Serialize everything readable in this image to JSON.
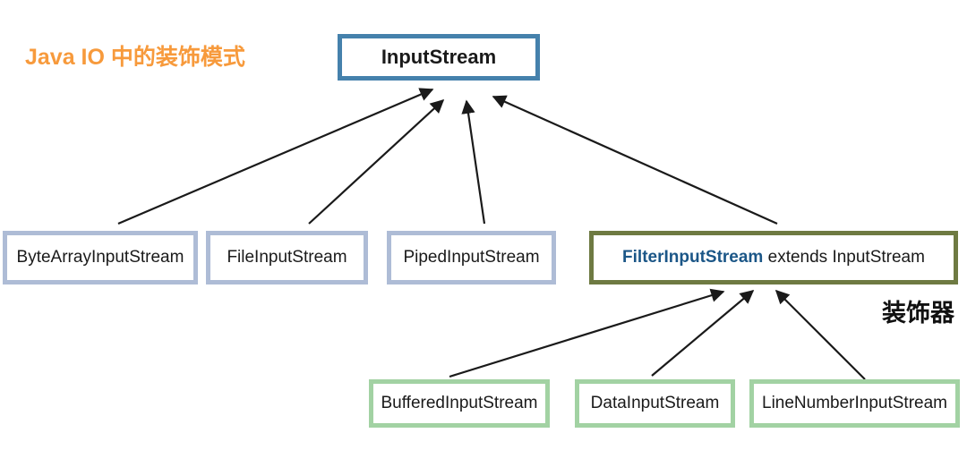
{
  "title": {
    "label": "Java IO 中的装饰模式"
  },
  "colors": {
    "title_orange": "#F79A3C",
    "root_border": "#4581AC",
    "subclass_border": "#AEBCD6",
    "filter_border": "#6E7A42",
    "filter_name_blue": "#1B5687",
    "decorator_border": "#A2D2A3",
    "arrow": "#1A1A1A",
    "background": "#FFFFFF"
  },
  "nodes": {
    "root": {
      "label": "InputStream"
    },
    "subclasses": [
      {
        "label": "ByteArrayInputStream"
      },
      {
        "label": "FileInputStream"
      },
      {
        "label": "PipedInputStream"
      }
    ],
    "filter": {
      "name": "FilterInputStream",
      "rest": " extends InputStream"
    },
    "decorators": [
      {
        "label": "BufferedInputStream"
      },
      {
        "label": "DataInputStream"
      },
      {
        "label": "LineNumberInputStream"
      }
    ]
  },
  "annotations": {
    "decorator_tag": "装饰器"
  }
}
